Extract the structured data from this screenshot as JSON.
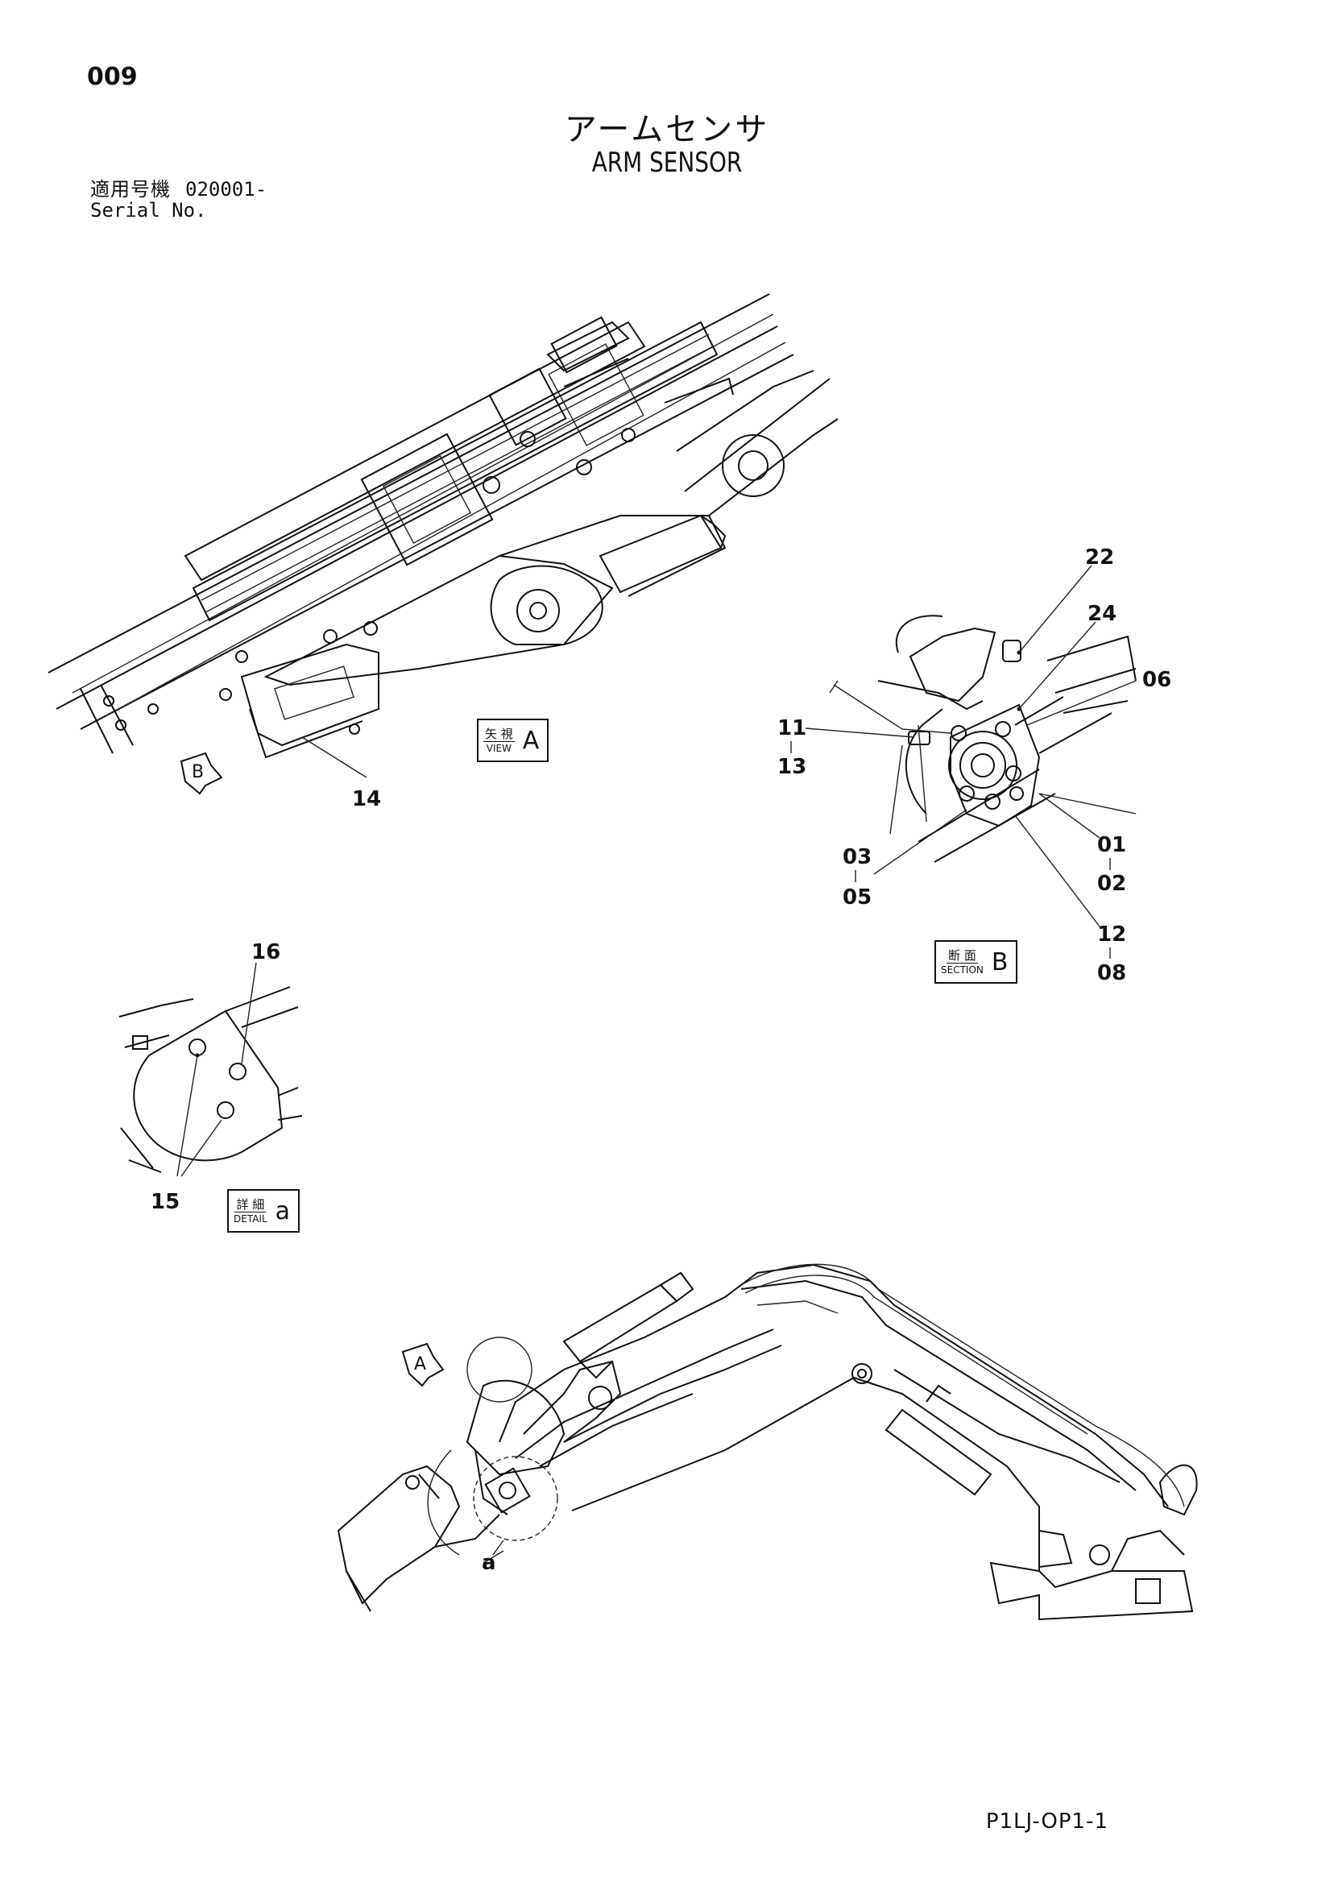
{
  "header": {
    "page_number": "009",
    "title_jp": "アームセンサ",
    "title_en": "ARM SENSOR",
    "serial_label_jp": "適用号機",
    "serial_value": "020001-",
    "serial_label_en": "Serial No."
  },
  "views": {
    "view_a": {
      "top": "矢 視",
      "bottom": "VIEW",
      "letter": "A"
    },
    "section_b": {
      "top": "断 面",
      "bottom": "SECTION",
      "letter": "B"
    },
    "detail_a": {
      "top": "詳 細",
      "bottom": "DETAIL",
      "letter": "a"
    }
  },
  "callouts": {
    "c22": "22",
    "c24": "24",
    "c06": "06",
    "c11": "11",
    "c13": "13",
    "c01": "01",
    "c02": "02",
    "c03": "03",
    "c05": "05",
    "c12": "12",
    "c08": "08",
    "c14": "14",
    "c16": "16",
    "c15": "15",
    "arrow_b": "B",
    "arrow_a": "A",
    "detail_mark": "a"
  },
  "footer": {
    "doc_id": "P1LJ-OP1-1"
  }
}
